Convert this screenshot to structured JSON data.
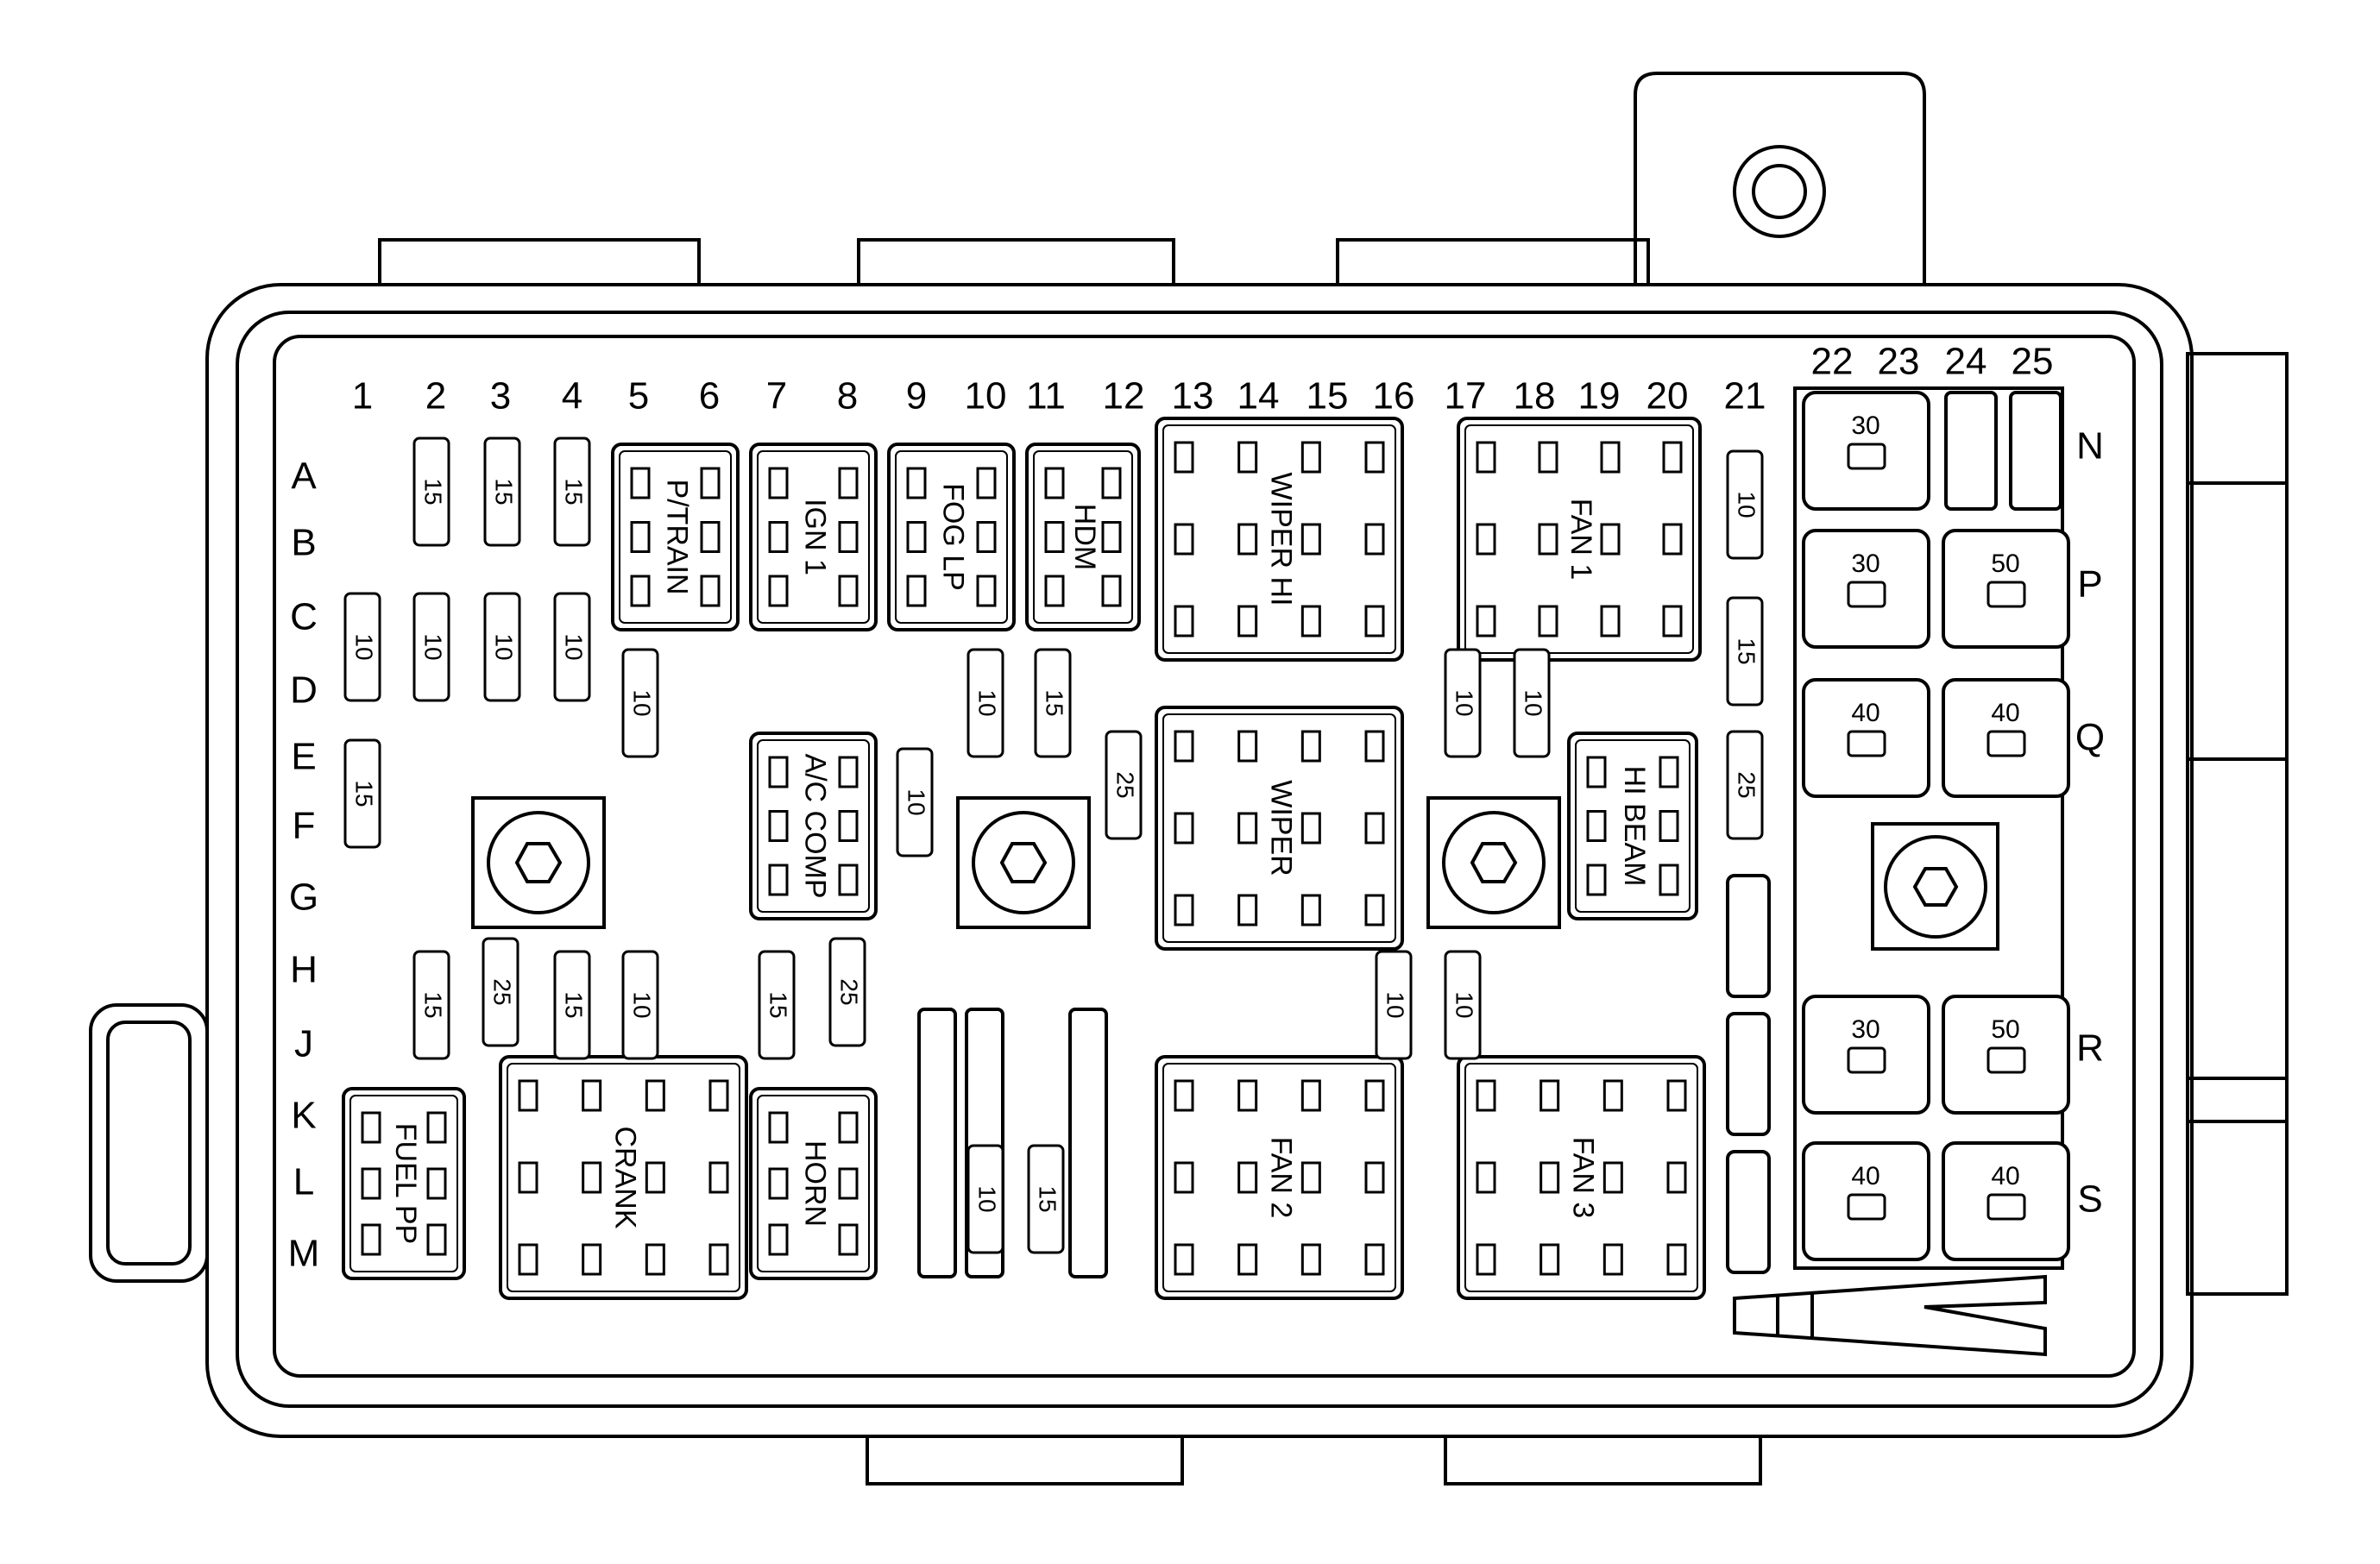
{
  "columns": [
    "1",
    "2",
    "3",
    "4",
    "5",
    "6",
    "7",
    "8",
    "9",
    "10",
    "11",
    "12",
    "13",
    "14",
    "15",
    "16",
    "17",
    "18",
    "19",
    "20",
    "21"
  ],
  "columns_right": [
    "22",
    "23",
    "24",
    "25"
  ],
  "rows": [
    "A",
    "B",
    "C",
    "D",
    "E",
    "F",
    "G",
    "H",
    "J",
    "K",
    "L",
    "M"
  ],
  "rows_right": [
    "N",
    "P",
    "Q",
    "R",
    "S"
  ],
  "relays": {
    "ptrain": "P/TRAIN",
    "ign1": "IGN 1",
    "foglp": "FOG LP",
    "hdm": "HDM",
    "wiperhi": "WIPER HI",
    "fan1": "FAN 1",
    "accomp": "A/C COMP",
    "wiper": "WIPER",
    "hibeam": "HI BEAM",
    "fuelpp": "FUEL PP",
    "crank": "CRANK",
    "horn": "HORN",
    "fan2": "FAN 2",
    "fan3": "FAN 3"
  },
  "fuses": {
    "f1": "15",
    "f2": "15",
    "f3": "15",
    "f4": "10",
    "f5": "10",
    "f6": "10",
    "f7": "10",
    "f8": "10",
    "f9": "15",
    "f10": "10",
    "f11": "10",
    "f12": "15",
    "f13": "10",
    "f14": "10",
    "f15": "25",
    "f16": "10",
    "f17": "15",
    "f18": "25",
    "f19": "15",
    "f20": "10",
    "f21": "15",
    "f22": "25",
    "f23": "10",
    "f24": "10",
    "f25": "15",
    "f26": "10",
    "f27": "15",
    "f28": "25"
  },
  "maxi_fuses": {
    "n22": "30",
    "p22": "30",
    "p24": "50",
    "q22": "40",
    "q24": "40",
    "r22": "30",
    "r24": "50",
    "s22": "40",
    "s24": "40"
  }
}
